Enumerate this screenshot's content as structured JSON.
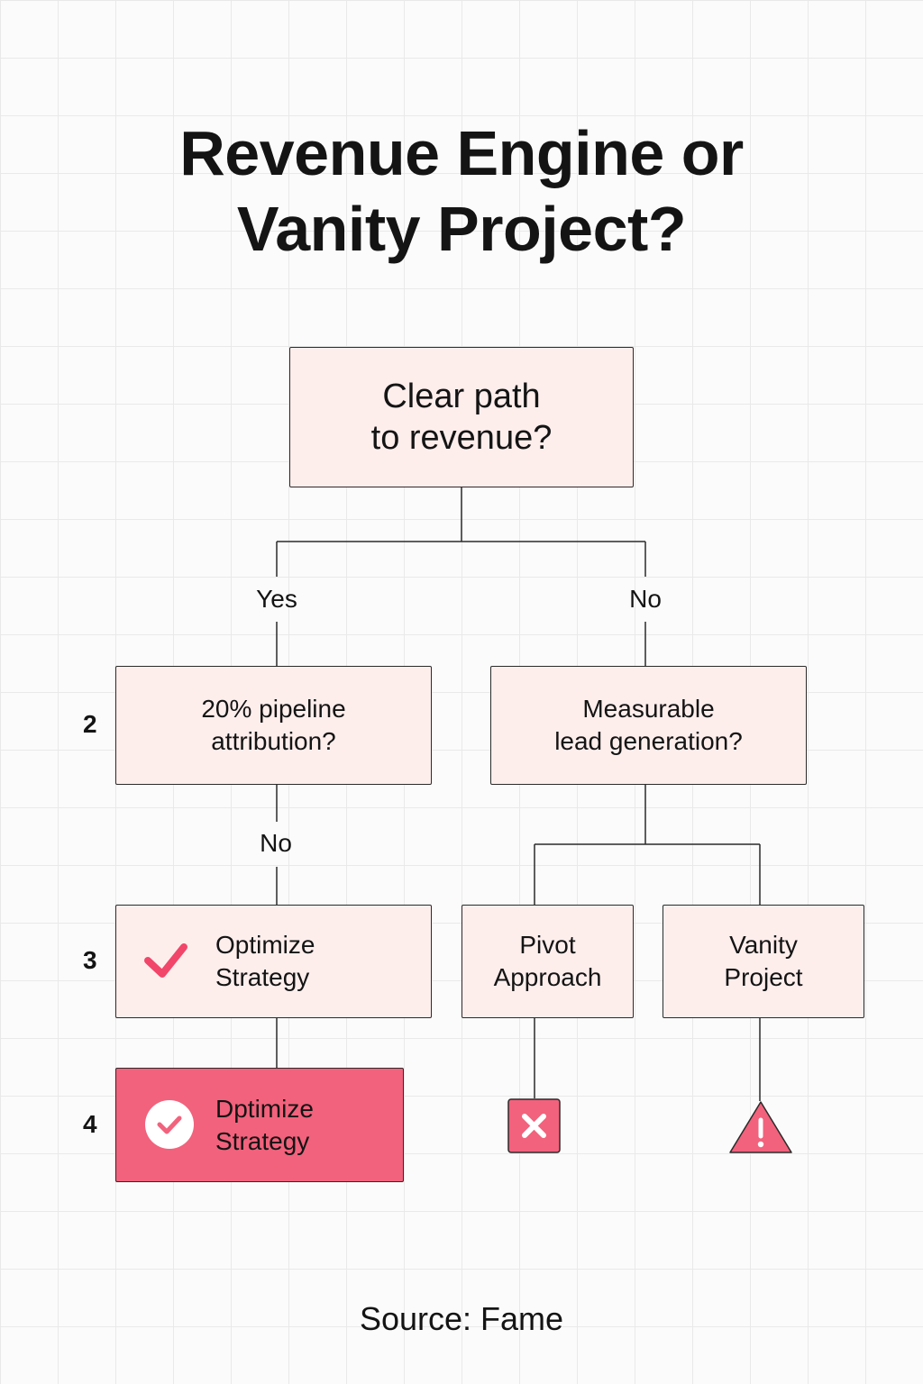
{
  "title": {
    "line1": "Revenue Engine or",
    "line2": "Vanity Project?"
  },
  "nodes": {
    "root": {
      "line1": "Clear path",
      "line2": "to revenue?"
    },
    "pipeline": {
      "line1": "20% pipeline",
      "line2": "attribution?"
    },
    "lead_gen": {
      "line1": "Measurable",
      "line2": "lead generation?"
    },
    "optimize": {
      "line1": "Optimize",
      "line2": "Strategy"
    },
    "pivot": {
      "line1": "Pivot",
      "line2": "Approach"
    },
    "vanity": {
      "line1": "Vanity",
      "line2": "Project"
    },
    "optimize_final": {
      "line1": "Dptimize",
      "line2": "Strategy"
    }
  },
  "edge_labels": {
    "yes": "Yes",
    "no_root": "No",
    "no_pipeline": "No"
  },
  "step_numbers": {
    "s2": "2",
    "s3": "3",
    "s4": "4"
  },
  "icons": {
    "optimize": "checkmark-icon",
    "optimize_final": "check-circle-icon",
    "pivot": "x-square-icon",
    "vanity": "warning-triangle-icon"
  },
  "colors": {
    "box_fill": "#fdeeec",
    "accent": "#f2627c",
    "line": "#2a2a2a"
  },
  "source": "Source: Fame"
}
